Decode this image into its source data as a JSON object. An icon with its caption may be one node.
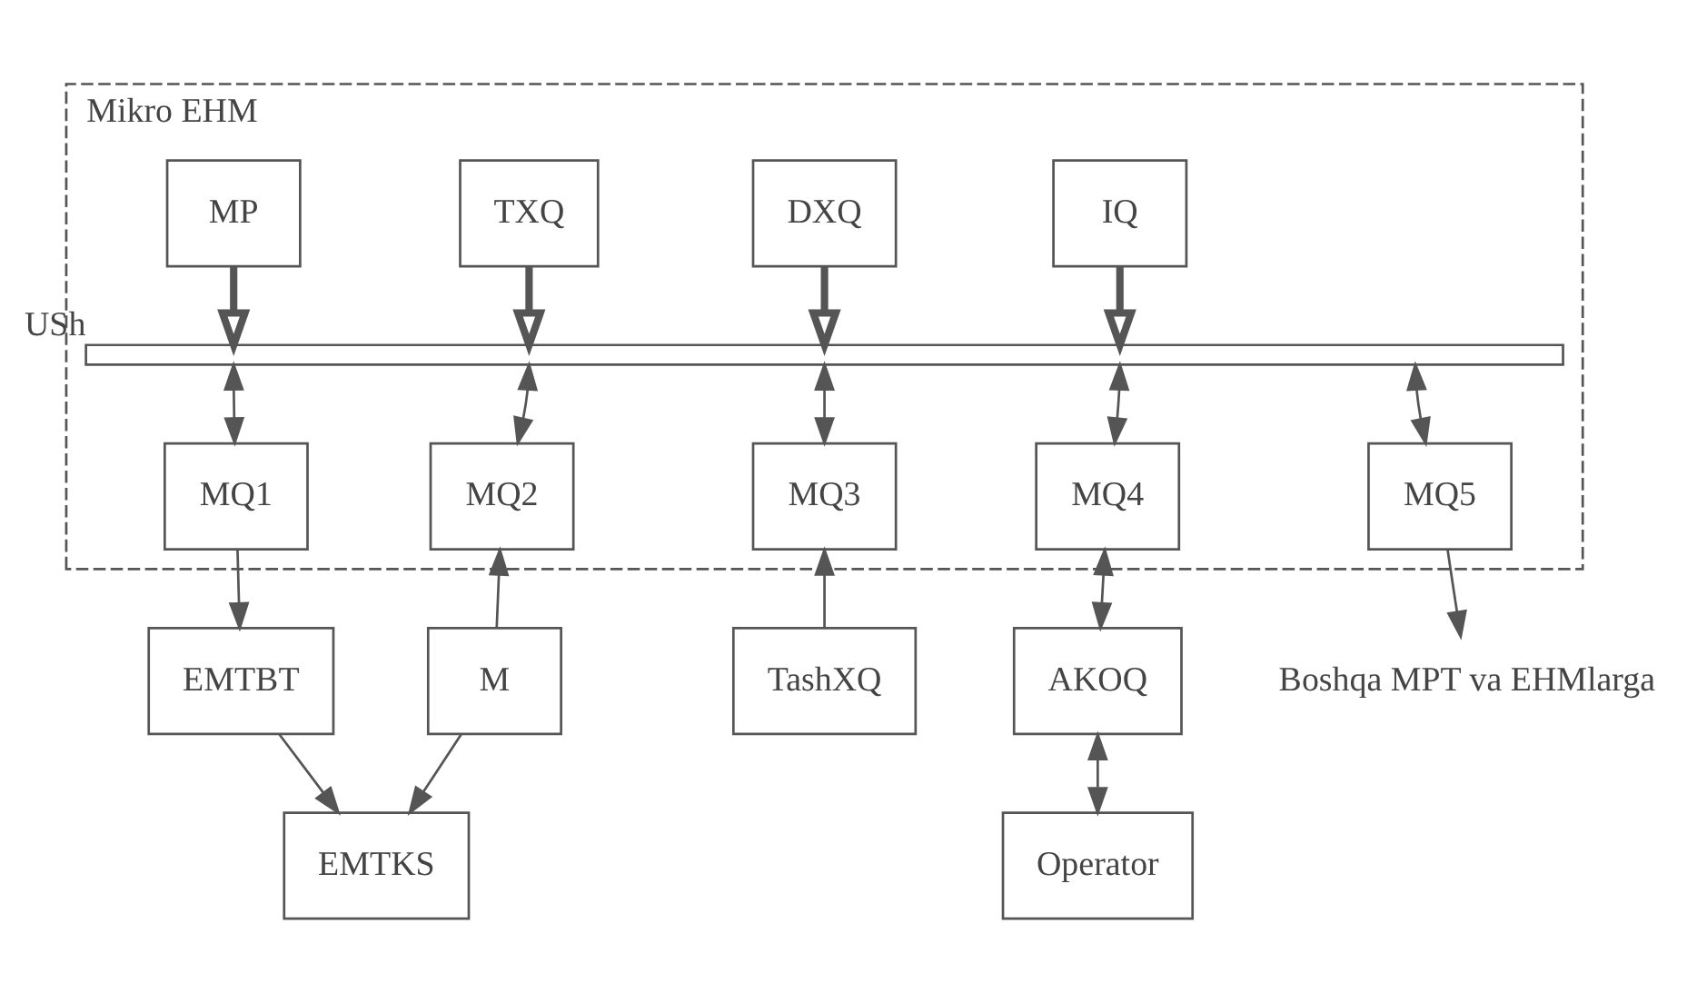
{
  "diagram": {
    "nodes": [
      {
        "text": [
          "Mikro EHM"
        ]
      },
      {
        "text": [
          "MP"
        ],
        "in": 0
      },
      {
        "text": [
          "TXQ"
        ],
        "in": 0
      },
      {
        "text": [
          "DXQ"
        ],
        "in": 0
      },
      {
        "text": [
          "IQ"
        ],
        "in": 0
      },
      {
        "text": [],
        "shape": "bar",
        "beside": [
          "USh"
        ],
        "in": 0
      },
      {
        "text": [
          "MQ1"
        ],
        "in": 0
      },
      {
        "text": [
          "MQ2"
        ],
        "in": 0
      },
      {
        "text": [
          "MQ3"
        ],
        "in": 0
      },
      {
        "text": [
          "MQ4"
        ],
        "in": 0
      },
      {
        "text": [
          "MQ5"
        ],
        "in": 0
      },
      {
        "text": [
          "EMTBT"
        ]
      },
      {
        "text": [
          "M"
        ]
      },
      {
        "text": [
          "TashXQ"
        ]
      },
      {
        "text": [
          "AKOQ"
        ]
      },
      {
        "text": [
          "Boshqa MPT va EHMlarga"
        ]
      },
      {
        "text": [
          "EMTKS"
        ]
      },
      {
        "text": [
          "Operator"
        ]
      }
    ],
    "edges": [
      {
        "from": 1,
        "to": 5,
        "arrow": "to",
        "style": "thick"
      },
      {
        "from": 2,
        "to": 5,
        "arrow": "to",
        "style": "thick"
      },
      {
        "from": 3,
        "to": 5,
        "arrow": "to",
        "style": "thick"
      },
      {
        "from": 4,
        "to": 5,
        "arrow": "to",
        "style": "thick"
      },
      {
        "from": 5,
        "to": 6,
        "arrow": "both"
      },
      {
        "from": 5,
        "to": 7,
        "arrow": "both"
      },
      {
        "from": 5,
        "to": 8,
        "arrow": "both"
      },
      {
        "from": 5,
        "to": 9,
        "arrow": "both"
      },
      {
        "from": 5,
        "to": 10,
        "arrow": "both"
      },
      {
        "from": 6,
        "to": 11,
        "arrow": "to"
      },
      {
        "from": 12,
        "to": 7,
        "arrow": "to"
      },
      {
        "from": 13,
        "to": 8,
        "arrow": "to"
      },
      {
        "from": 9,
        "to": 14,
        "arrow": "both"
      },
      {
        "from": 10,
        "to": 15,
        "arrow": "to"
      },
      {
        "from": 11,
        "to": 16,
        "arrow": "to"
      },
      {
        "from": 12,
        "to": 16,
        "arrow": "to"
      },
      {
        "from": 17,
        "to": 14,
        "arrow": "both"
      }
    ]
  }
}
